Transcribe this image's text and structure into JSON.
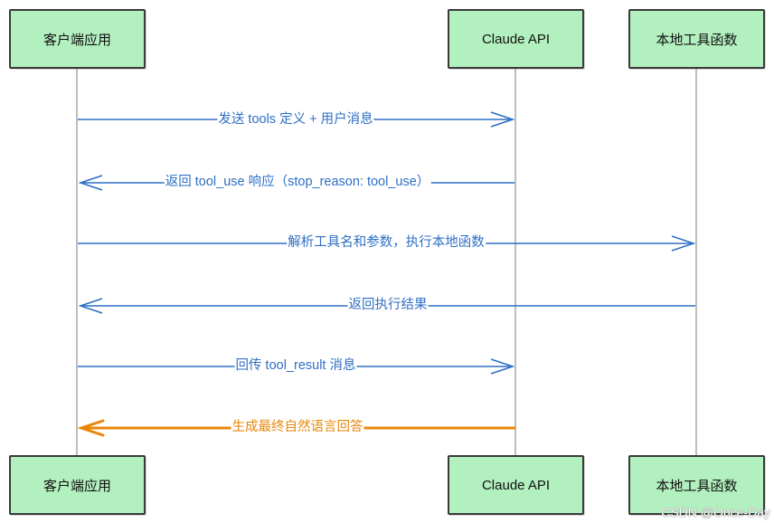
{
  "actors": [
    {
      "name": "客户端应用"
    },
    {
      "name": "Claude API"
    },
    {
      "name": "本地工具函数"
    }
  ],
  "messages": [
    {
      "label": "发送 tools 定义 + 用户消息",
      "from": 0,
      "to": 1
    },
    {
      "label": "返回 tool_use 响应（stop_reason: tool_use）",
      "from": 1,
      "to": 0
    },
    {
      "label": "解析工具名和参数，执行本地函数",
      "from": 0,
      "to": 2
    },
    {
      "label": "返回执行结果",
      "from": 2,
      "to": 0
    },
    {
      "label": "回传 tool_result 消息",
      "from": 0,
      "to": 1
    },
    {
      "label": "生成最终自然语言回答",
      "from": 1,
      "to": 0
    }
  ],
  "colors": {
    "arrow_blue": "#2f6fc4",
    "arrow_orange": "#e8870a",
    "actor_fill": "#b3f0bf",
    "lifeline": "#9a9a9a"
  },
  "watermark": "CSDN @Once-Day"
}
